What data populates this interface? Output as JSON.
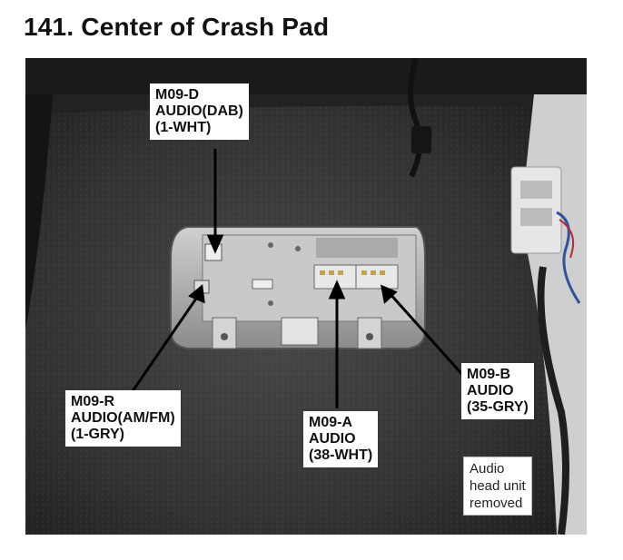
{
  "title": "141. Center of Crash Pad",
  "photo": {
    "description_icon": "car-floor-photo"
  },
  "callouts": {
    "m09_d": {
      "line1": "M09-D",
      "line2": "AUDIO(DAB)",
      "line3": "(1-WHT)"
    },
    "m09_r": {
      "line1": "M09-R",
      "line2": "AUDIO(AM/FM)",
      "line3": "(1-GRY)"
    },
    "m09_a": {
      "line1": "M09-A",
      "line2": "AUDIO",
      "line3": "(38-WHT)"
    },
    "m09_b": {
      "line1": "M09-B",
      "line2": "AUDIO",
      "line3": "(35-GRY)"
    }
  },
  "note": {
    "line1": "Audio",
    "line2": "head unit",
    "line3": "removed"
  },
  "colors": {
    "carpet": "#3a3a3a",
    "unit": "#b8b8b8",
    "arrow": "#000000"
  }
}
